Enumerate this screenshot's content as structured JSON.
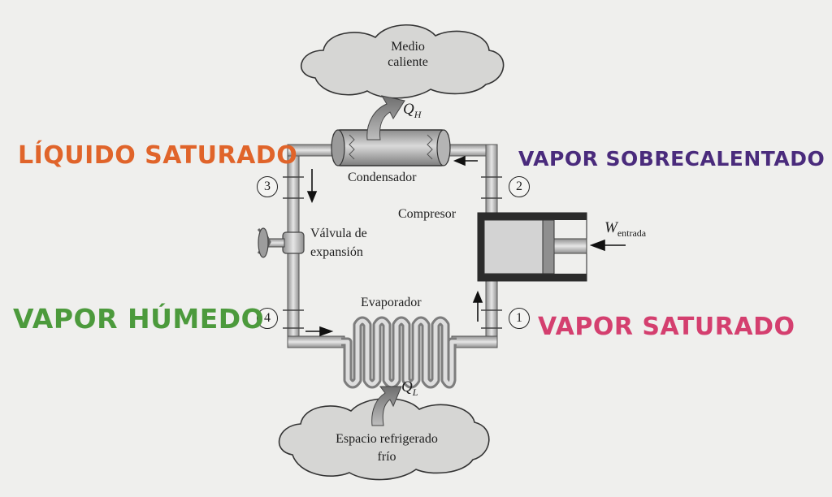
{
  "hot_medium": {
    "line1": "Medio",
    "line2": "caliente"
  },
  "cold_space": {
    "line1": "Espacio refrigerado",
    "line2": "frío"
  },
  "components": {
    "condenser": "Condensador",
    "compressor": "Compresor",
    "evaporator": "Evaporador",
    "valve_line1": "Válvula de",
    "valve_line2": "expansión"
  },
  "heat": {
    "qh_symbol": "Q",
    "qh_sub": "H",
    "ql_symbol": "Q",
    "ql_sub": "L"
  },
  "work": {
    "symbol": "W",
    "sub": "entrada"
  },
  "states": {
    "s1": {
      "number": "1",
      "label": "VAPOR SATURADO",
      "color": "#d43f6f"
    },
    "s2": {
      "number": "2",
      "label": "VAPOR SOBRECALENTADO",
      "color": "#4a2b7c"
    },
    "s3": {
      "number": "3",
      "label": "LÍQUIDO SATURADO",
      "color": "#e0642a"
    },
    "s4": {
      "number": "4",
      "label": "VAPOR HÚMEDO",
      "color": "#4c9a3c"
    }
  }
}
